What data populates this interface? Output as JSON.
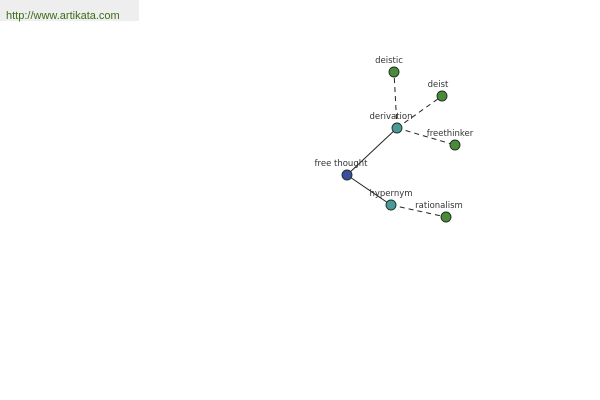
{
  "header": {
    "url": "http://www.artikata.com"
  },
  "graph": {
    "colors": {
      "root": "#3b4fa0",
      "relation": "#4a9a9a",
      "leaf": "#4a8a3a"
    },
    "nodes": [
      {
        "id": "free-thought",
        "label": "free thought",
        "kind": "root"
      },
      {
        "id": "derivation",
        "label": "derivation",
        "kind": "relation"
      },
      {
        "id": "hypernym",
        "label": "hypernym",
        "kind": "relation"
      },
      {
        "id": "deistic",
        "label": "deistic",
        "kind": "leaf"
      },
      {
        "id": "deist",
        "label": "deist",
        "kind": "leaf"
      },
      {
        "id": "freethinker",
        "label": "freethinker",
        "kind": "leaf"
      },
      {
        "id": "rationalism",
        "label": "rationalism",
        "kind": "leaf"
      }
    ],
    "edges": [
      {
        "from": "free-thought",
        "to": "derivation",
        "style": "solid"
      },
      {
        "from": "free-thought",
        "to": "hypernym",
        "style": "solid"
      },
      {
        "from": "derivation",
        "to": "deistic",
        "style": "dashed"
      },
      {
        "from": "derivation",
        "to": "deist",
        "style": "dashed"
      },
      {
        "from": "derivation",
        "to": "freethinker",
        "style": "dashed"
      },
      {
        "from": "hypernym",
        "to": "rationalism",
        "style": "dashed"
      }
    ]
  }
}
